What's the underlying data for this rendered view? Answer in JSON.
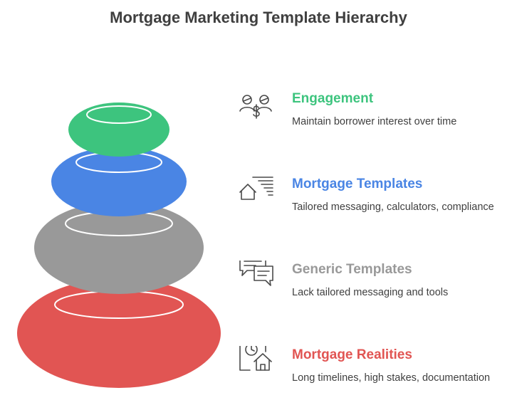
{
  "title": "Mortgage Marketing Template Hierarchy",
  "levels": [
    {
      "label": "Engagement",
      "description": "Maintain borrower interest over time",
      "color": "#3dc47e",
      "icon": "engagement-exchange-icon"
    },
    {
      "label": "Mortgage Templates",
      "description": "Tailored messaging, calculators, compliance",
      "color": "#4a85e4",
      "icon": "house-document-list-icon"
    },
    {
      "label": "Generic Templates",
      "description": "Lack tailored messaging and tools",
      "color": "#999999",
      "icon": "chat-bubbles-icon"
    },
    {
      "label": "Mortgage Realities",
      "description": "Long timelines, high stakes, documentation",
      "color": "#e15553",
      "icon": "house-clock-document-icon"
    }
  ]
}
